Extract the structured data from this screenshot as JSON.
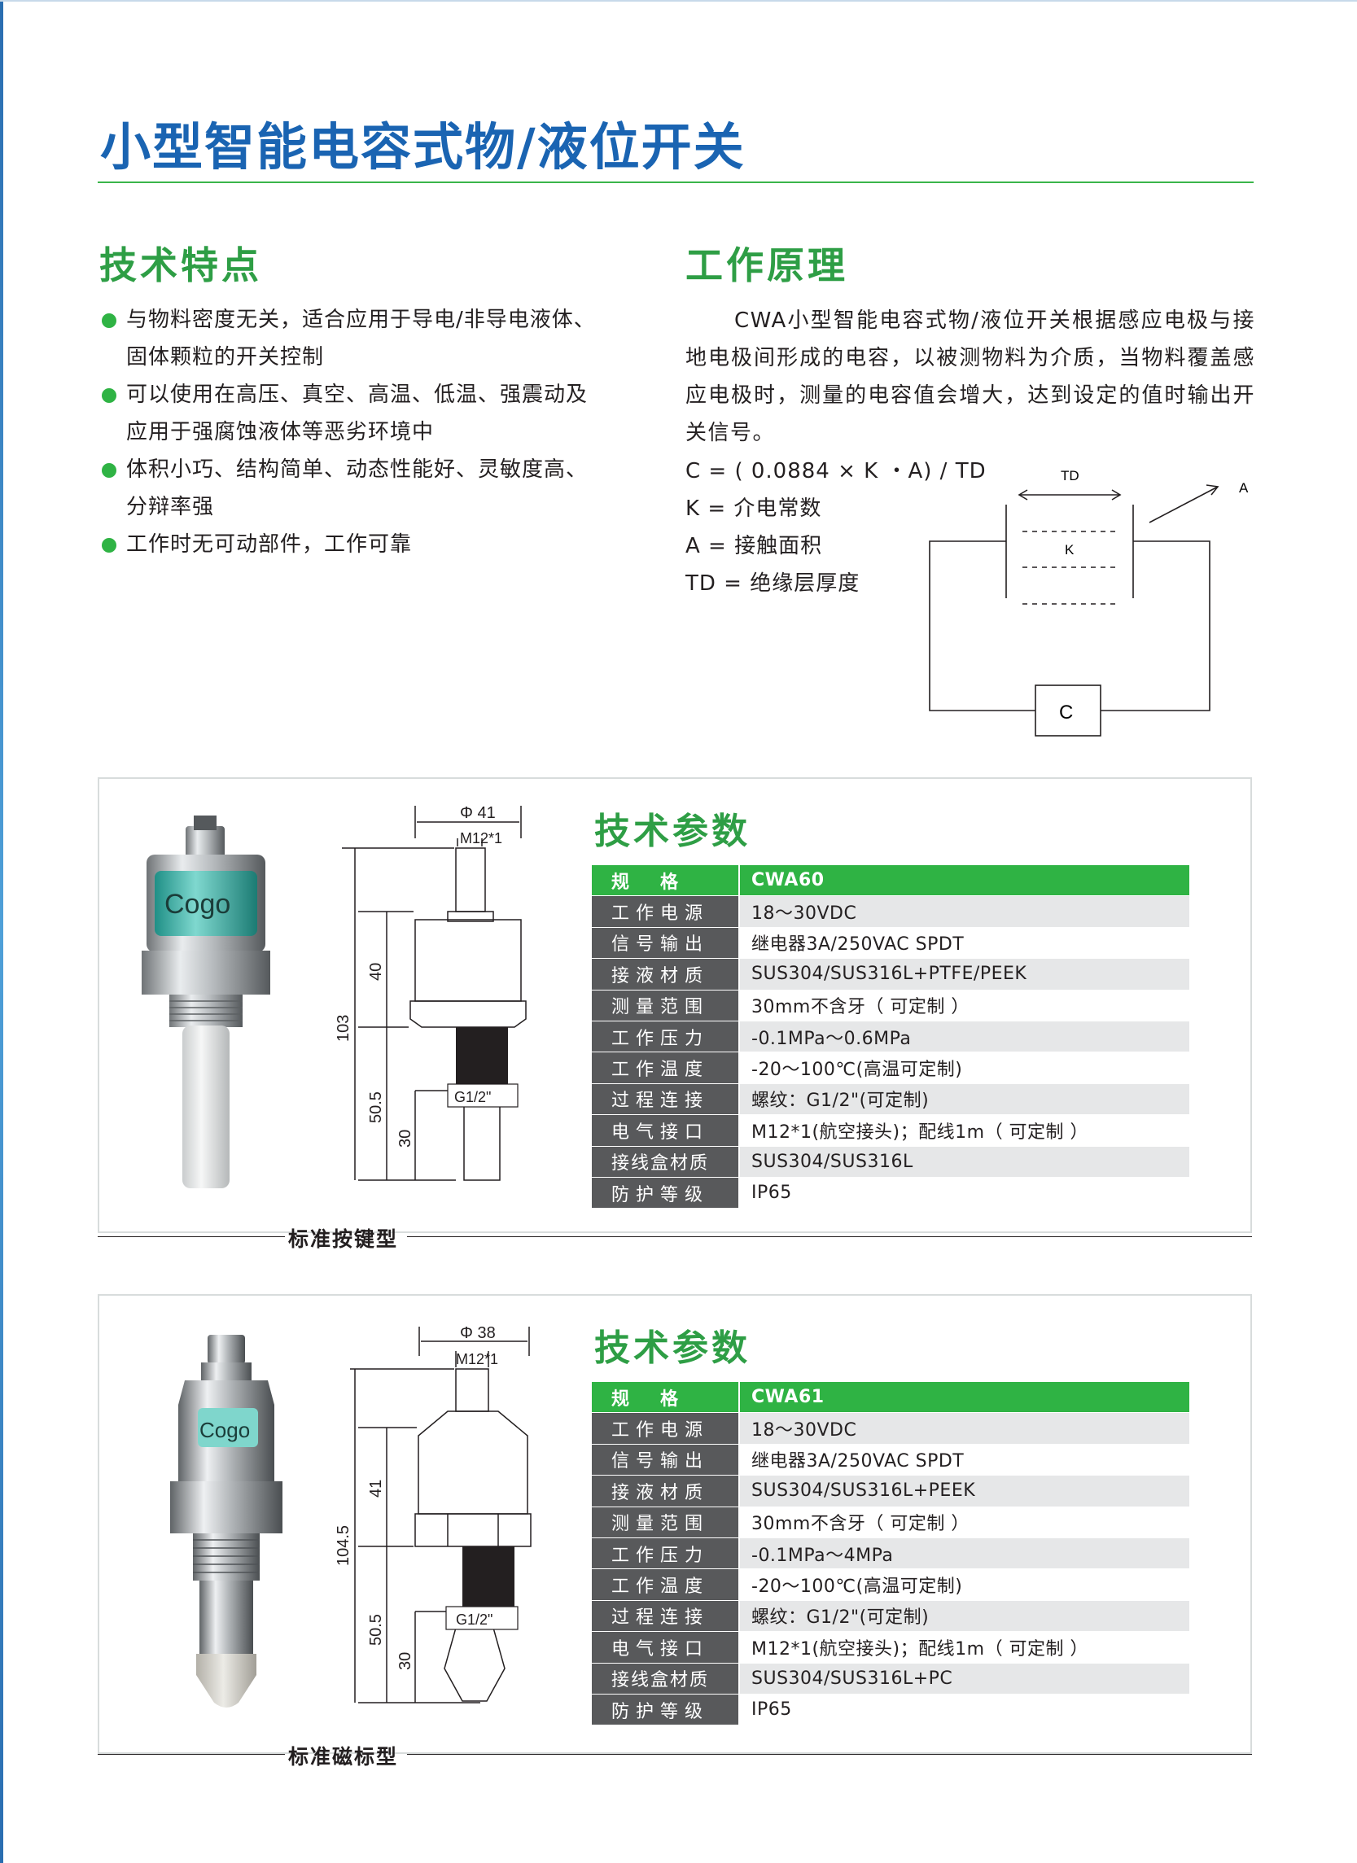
{
  "page_title": "小型智能电容式物/液位开关",
  "features": {
    "heading": "技术特点",
    "items": [
      [
        "与物料密度无关，适合应用于导电/非导电液体、",
        "固体颗粒的开关控制"
      ],
      [
        "可以使用在高压、真空、高温、低温、强震动及",
        "应用于强腐蚀液体等恶劣环境中"
      ],
      [
        "体积小巧、结构简单、动态性能好、灵敏度高、",
        "分辩率强"
      ],
      [
        "工作时无可动部件，工作可靠"
      ]
    ]
  },
  "principle": {
    "heading": "工作原理",
    "text": "CWA小型智能电容式物/液位开关根据感应电极与接地电极间形成的电容，以被测物料为介质，当物料覆盖感应电极时，测量的电容值会增大，达到设定的值时输出开关信号。",
    "formula": [
      "C = ( 0.0884 × K ・A) / TD",
      "K = 介电常数",
      "A = 接触面积",
      "TD = 绝缘层厚度"
    ],
    "diagram": {
      "td_label": "TD",
      "a_label": "A",
      "k_label": "K",
      "c_label": "C"
    }
  },
  "products": [
    {
      "section_title": "技术参数",
      "caption": "标准按键型",
      "brand_label": "Cogo",
      "drawing": {
        "diameter": "Φ 41",
        "connector": "M12*1",
        "dim_total": "103",
        "dim_upper": "40",
        "dim_lower": "50.5",
        "dim_probe": "30",
        "thread": "G1/2\""
      },
      "spec_header": [
        "规　格",
        "CWA60"
      ],
      "specs": [
        [
          "工作电源",
          "18～30VDC"
        ],
        [
          "信号输出",
          "继电器3A/250VAC SPDT"
        ],
        [
          "接液材质",
          "SUS304/SUS316L+PTFE/PEEK"
        ],
        [
          "测量范围",
          "30mm不含牙（ 可定制 ）"
        ],
        [
          "工作压力",
          "-0.1MPa～0.6MPa"
        ],
        [
          "工作温度",
          "-20～100℃(高温可定制)"
        ],
        [
          "过程连接",
          "螺纹：G1/2\"(可定制)"
        ],
        [
          "电气接口",
          "M12*1(航空接头)；配线1m（ 可定制 ）"
        ],
        [
          "接线盒材质",
          "SUS304/SUS316L"
        ],
        [
          "防护等级",
          "IP65"
        ]
      ]
    },
    {
      "section_title": "技术参数",
      "caption": "标准磁标型",
      "brand_label": "Cogo",
      "drawing": {
        "diameter": "Φ 38",
        "connector": "M12*1",
        "dim_total": "104.5",
        "dim_upper": "41",
        "dim_lower": "50.5",
        "dim_probe": "30",
        "thread": "G1/2\""
      },
      "spec_header": [
        "规　格",
        "CWA61"
      ],
      "specs": [
        [
          "工作电源",
          "18～30VDC"
        ],
        [
          "信号输出",
          "继电器3A/250VAC SPDT"
        ],
        [
          "接液材质",
          "SUS304/SUS316L+PEEK"
        ],
        [
          "测量范围",
          "30mm不含牙（ 可定制 ）"
        ],
        [
          "工作压力",
          "-0.1MPa～4MPa"
        ],
        [
          "工作温度",
          "-20～100℃(高温可定制)"
        ],
        [
          "过程连接",
          "螺纹：G1/2\"(可定制)"
        ],
        [
          "电气接口",
          "M12*1(航空接头)；配线1m（ 可定制 ）"
        ],
        [
          "接线盒材质",
          "SUS304/SUS316L+PC"
        ],
        [
          "防护等级",
          "IP65"
        ]
      ]
    }
  ],
  "colors": {
    "title_blue": "#1a64b2",
    "heading_green": "#2e9e45",
    "bullet_green": "#2fb344",
    "table_label_gray": "#58595b",
    "table_stripe": "#e6e7e8"
  }
}
